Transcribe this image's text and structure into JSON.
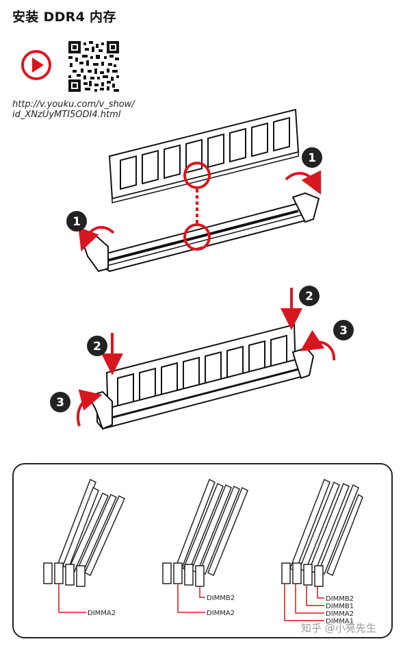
{
  "title": "安装 DDR4 内存",
  "video": {
    "url_line1": "http://v.youku.com/v_show/",
    "url_line2": "id_XNzUyMTI5ODI4.html"
  },
  "steps": {
    "s1": "1",
    "s2": "2",
    "s3": "3"
  },
  "panel": {
    "left_label": "DIMMA2",
    "mid_label_top": "DIMMB2",
    "mid_label_bottom": "DIMMA2",
    "right_labels": [
      "DIMMB2",
      "DIMMB1",
      "DIMMA2",
      "DIMMA1"
    ]
  },
  "watermark": "知乎 @小亮先生",
  "colors": {
    "accent": "#d7171f",
    "badge": "#222222"
  },
  "icons": {
    "video": "play-icon",
    "qr": "qr-code-icon"
  }
}
